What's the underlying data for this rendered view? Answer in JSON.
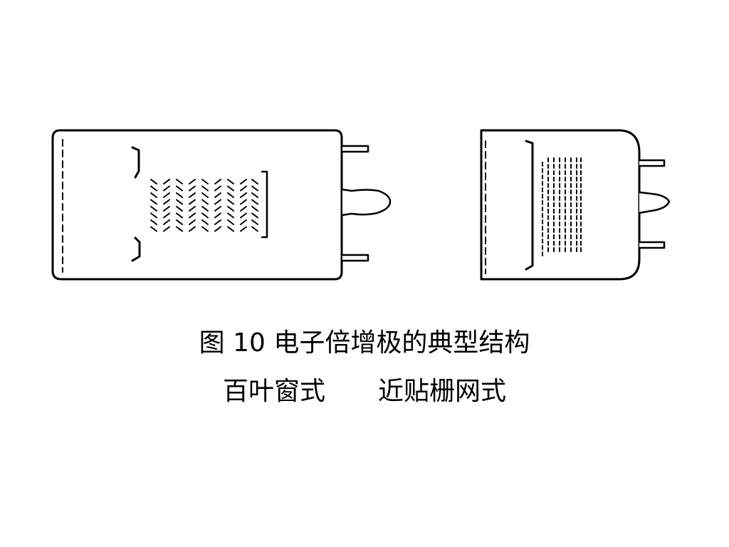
{
  "figure": {
    "title": "图 10 电子倍增极的典型结构",
    "labels": {
      "left": "百叶窗式",
      "right": "近贴栅网式"
    }
  },
  "colors": {
    "ink": "#000000",
    "background": "#ffffff"
  }
}
